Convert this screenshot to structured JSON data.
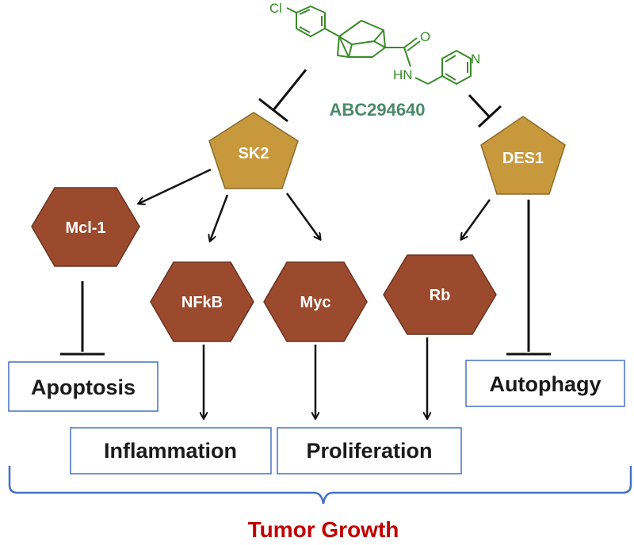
{
  "colors": {
    "pentagon_fill": "#c8993c",
    "pentagon_stroke": "#8a6a2a",
    "hexagon_fill": "#9c4a2e",
    "hexagon_stroke": "#6b3220",
    "drug": "#3a8a2a",
    "drug_label": "#4a8a6a",
    "box_border": "#4472c4",
    "brace": "#4472c4",
    "footer": "#c00000"
  },
  "drug": {
    "name": "ABC294640",
    "atoms": {
      "chlorine": "Cl",
      "nitrogen_ring": "N",
      "oxygen": "O",
      "amide_nh": "HN"
    }
  },
  "targets": {
    "sk2": "SK2",
    "des1": "DES1"
  },
  "effectors": {
    "mcl1": "Mcl-1",
    "nfkb": "NFkB",
    "myc": "Myc",
    "rb": "Rb"
  },
  "outcomes": {
    "apoptosis": "Apoptosis",
    "autophagy": "Autophagy",
    "inflammation": "Inflammation",
    "proliferation": "Proliferation"
  },
  "footer": {
    "label": "Tumor Growth"
  }
}
